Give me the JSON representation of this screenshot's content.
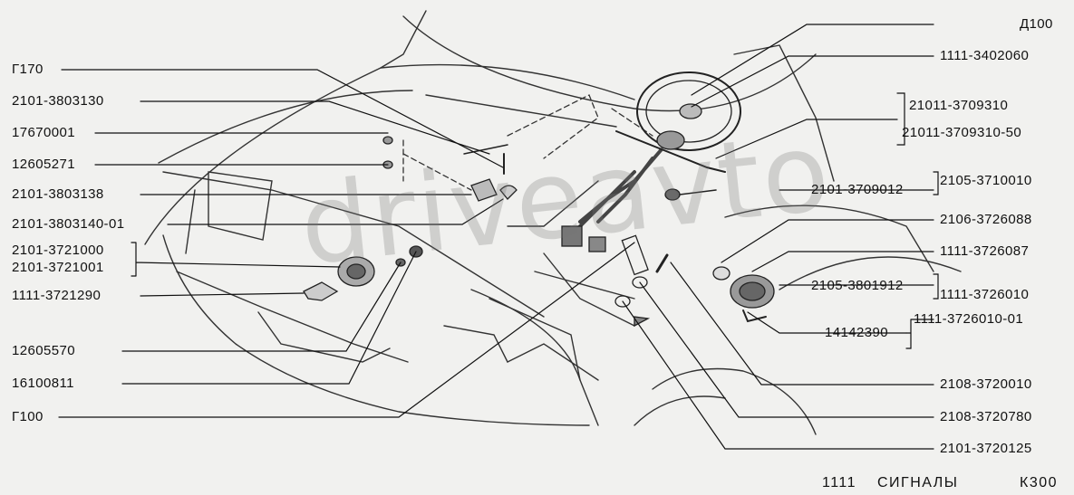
{
  "watermark": "driveavto",
  "labels": {
    "left": [
      "Г170",
      "2101-3803130",
      "17670001",
      "12605271",
      "2101-3803138",
      "2101-3803140-01",
      "2101-3721000",
      "2101-3721001",
      "1111-3721290",
      "12605570",
      "16100811",
      "Г100"
    ],
    "right": [
      "Д100",
      "1111-3402060",
      "21011-3709310",
      "21011-3709310-50",
      "2105-3710010",
      "2101-3709012",
      "2106-3726088",
      "1111-3726087",
      "2105-3801912",
      "1111-3726010",
      "1111-3726010-01",
      "14142390",
      "2108-3720010",
      "2108-3720780",
      "2101-3720125"
    ]
  },
  "footer": {
    "model": "1111",
    "title": "СИГНАЛЫ",
    "code": "К300"
  }
}
